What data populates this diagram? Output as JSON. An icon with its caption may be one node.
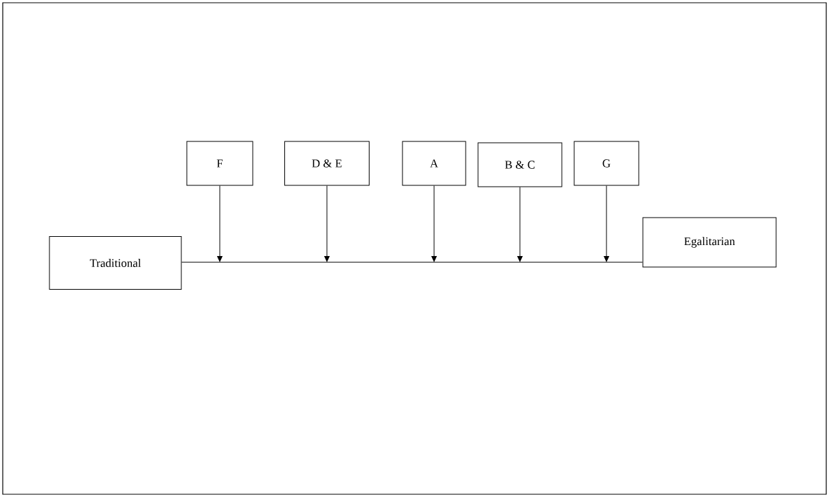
{
  "diagram": {
    "nodes": [
      {
        "text": [
          "Traditional"
        ]
      },
      {
        "text": [
          "Egalitarian"
        ]
      },
      {
        "text": [
          "F"
        ]
      },
      {
        "text": [
          "D & E"
        ]
      },
      {
        "text": [
          "A"
        ]
      },
      {
        "text": [
          "B & C"
        ]
      },
      {
        "text": [
          "G"
        ]
      }
    ],
    "edges": [
      {
        "from": 0,
        "to": 1,
        "arrow": "none"
      },
      {
        "from": 2,
        "to": null,
        "arrow": "to"
      },
      {
        "from": 3,
        "to": null,
        "arrow": "to"
      },
      {
        "from": 4,
        "to": null,
        "arrow": "to"
      },
      {
        "from": 5,
        "to": null,
        "arrow": "to"
      },
      {
        "from": 6,
        "to": null,
        "arrow": "to"
      }
    ]
  }
}
